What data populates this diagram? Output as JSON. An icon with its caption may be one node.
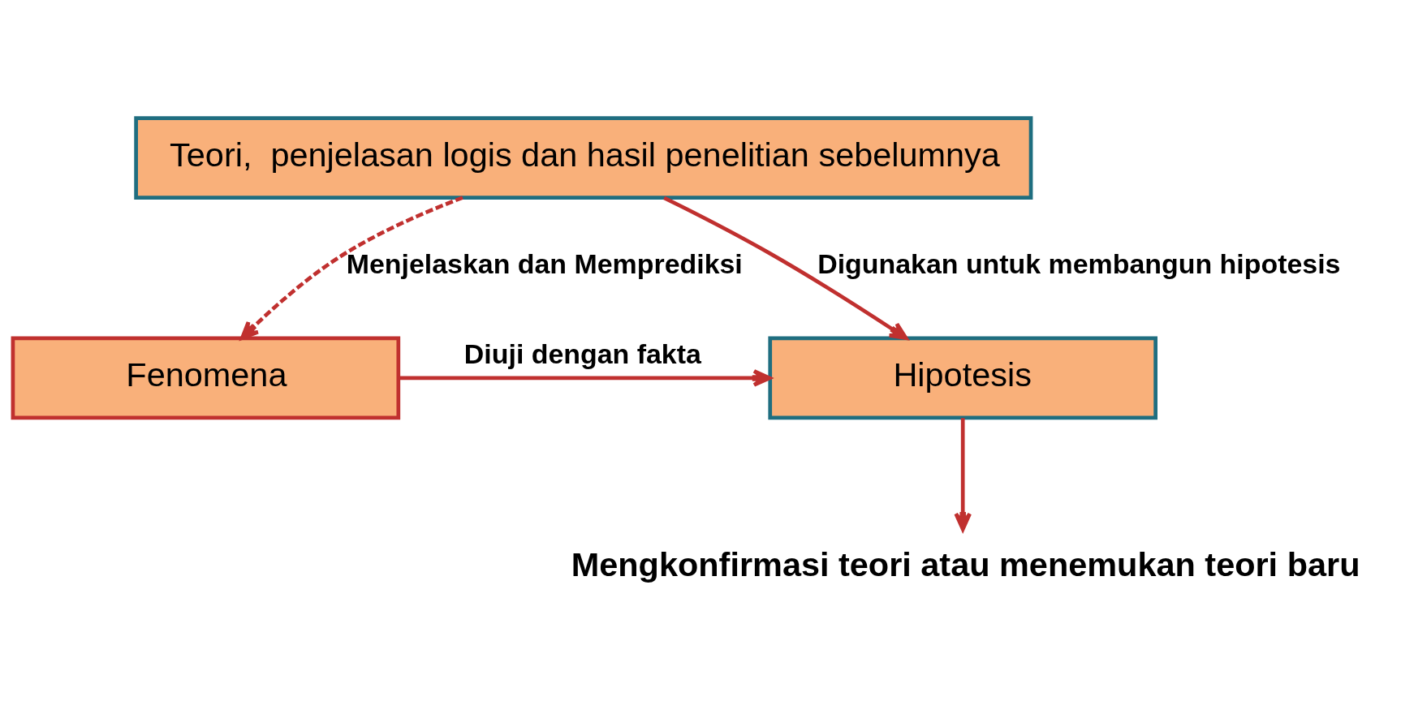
{
  "diagram": {
    "nodes": [
      {
        "text": [
          "Teori,  penjelasan logis dan hasil penelitian sebelumnya"
        ]
      },
      {
        "text": [
          "Hipotesis"
        ]
      },
      {
        "text": [
          "Fenomena"
        ]
      },
      {
        "text": [
          "Mengkonfirmasi teori atau menemukan teori baru"
        ]
      }
    ],
    "edges": [
      {
        "from": 0,
        "to": 1,
        "arrow": "to",
        "label": "Digunakan untuk membangun hipotesis"
      },
      {
        "from": 0,
        "to": 2,
        "arrow": "to",
        "label": "Menjelaskan dan Memprediksi",
        "style": "dashed"
      },
      {
        "from": 2,
        "to": 1,
        "arrow": "to",
        "label": "Diuji dengan fakta"
      },
      {
        "from": 1,
        "to": 3,
        "arrow": "to"
      }
    ]
  }
}
